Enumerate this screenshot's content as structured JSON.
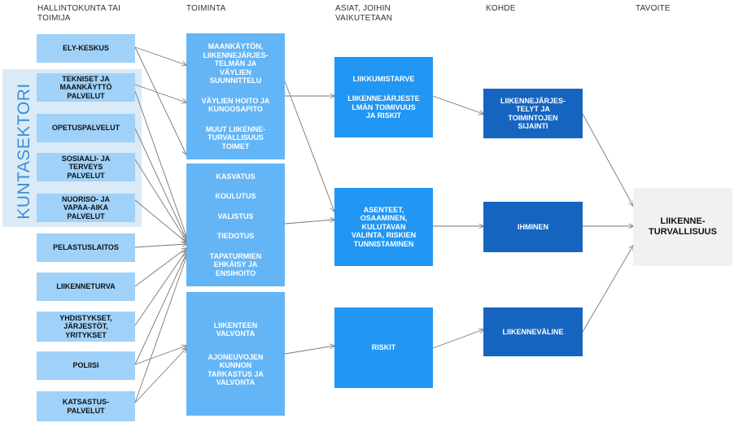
{
  "headers": {
    "organizations": "HALLINTOKUNTA TAI\nTOIMIJA",
    "activities": "TOIMINTA",
    "affected": "ASIAT, JOIHIN\nVAIKUTETAAN",
    "targets": "KOHDE",
    "goal": "TAVOITE"
  },
  "sector_label": "KUNTASEKTORI",
  "organizations": [
    "ELY-KESKUS",
    "TEKNISET JA\nMAANKÄYTTÖ\nPALVELUT",
    "OPETUSPALVELUT",
    "SOSIAALI- JA\nTERVEYS\nPALVELUT",
    "NUORISO- JA\nVAPAA-AIKA\nPALVELUT",
    "PELASTUSLAITOS",
    "LIIKENNETURVA",
    "YHDISTYKSET,\nJÄRJESTÖT,\nYRITYKSET",
    "POLIISI",
    "KATSASTUS-\nPALVELUT"
  ],
  "activities": [
    [
      "MAANKÄYTÖN,\nLIIKENNEJÄRJES-\nTELMÄN JA\nVÄYLIEN\nSUUNNITTELU",
      "VÄYLIEN HOITO JA\nKUNOOSAPITO",
      "MUUT LIIKENNE-\nTURVALLISUUS\nTOIMET"
    ],
    [
      "KASVATUS",
      "KOULUTUS",
      "VALISTUS",
      "TIEDOTUS",
      "TAPATURMIEN\nEHKÄISY JA\nENSIHOITO"
    ],
    [
      "LIIKENTEEN\nVALVONTA",
      "AJONEUVOJEN\nKUNNON\nTARKASTUS JA\nVALVONTA"
    ]
  ],
  "affected": [
    [
      "LIIKKUMISTARVE",
      "LIIKENNEJÄRJESTE\nLMÄN TOIMIVUUS\nJA RISKIT"
    ],
    [
      "ASENTEET,\nOSAAMINEN,\nKULUTAVAN\nVALINTA, RISKIEN\nTUNNISTAMINEN"
    ],
    [
      "RISKIT"
    ]
  ],
  "targets": [
    "LIIKENNEJÄRJES-\nTELYT JA\nTOIMINTOJEN\nSIJAINTI",
    "IHMINEN",
    "LIIKENNEVÄLINE"
  ],
  "goal": "LIIKENNE-\nTURVALLISUUS",
  "colors": {
    "organization": "#9fd1f9",
    "activity": "#64b5f6",
    "affected": "#2196f3",
    "target": "#1565c0",
    "goal": "#f1f1f1",
    "sector": "#dbeaf7",
    "sector_text": "#3a8fd9",
    "arrow": "#777777"
  }
}
